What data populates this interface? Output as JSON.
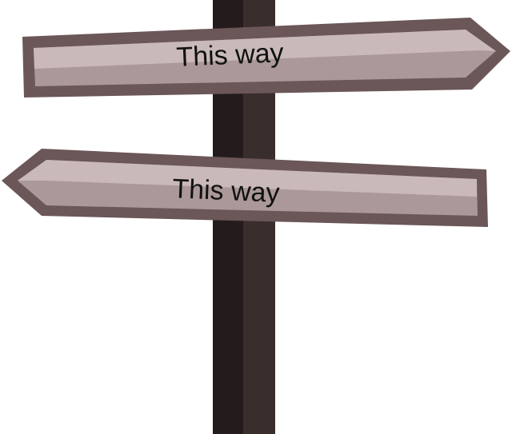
{
  "signpost": {
    "signs": [
      {
        "label": "This way",
        "direction": "right"
      },
      {
        "label": "This way",
        "direction": "left"
      }
    ]
  },
  "colors": {
    "post_dark": "#241c1c",
    "post_mid": "#3a2e2d",
    "sign_border": "#6b5658",
    "sign_face_light": "#c9b9b9",
    "sign_face_dark": "#ab9898",
    "text": "#111111",
    "background": "#ffffff"
  }
}
